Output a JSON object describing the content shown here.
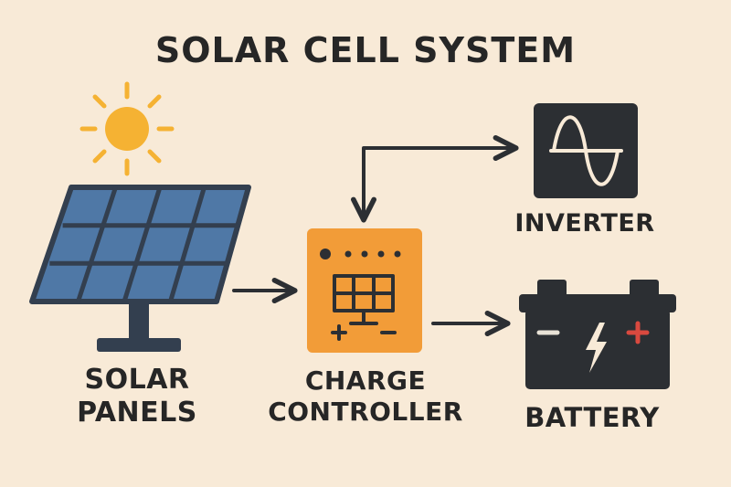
{
  "title": "SOLAR CELL SYSTEM",
  "nodes": {
    "solar_panels": {
      "line1": "SOLAR",
      "line2": "PANELS"
    },
    "charge_controller": {
      "line1": "CHARGE",
      "line2": "CONTROLLER"
    },
    "inverter": {
      "label": "INVERTER"
    },
    "battery": {
      "label": "BATTERY"
    }
  },
  "connections": [
    {
      "from": "solar_panels",
      "to": "charge_controller"
    },
    {
      "from": "charge_controller",
      "to": "battery"
    },
    {
      "from": "inverter",
      "to": "charge_controller"
    }
  ],
  "icons": [
    "sun-icon",
    "solar-panel-icon",
    "sine-wave-icon",
    "battery-icon",
    "lightning-icon"
  ],
  "colors": {
    "background": "#f8ead7",
    "sun": "#f5b233",
    "panel_cell": "#4f78a6",
    "panel_frame": "#333f4f",
    "controller": "#f29c38",
    "dark": "#2c2f33",
    "battery_plus": "#d9493f",
    "text": "#262626"
  }
}
